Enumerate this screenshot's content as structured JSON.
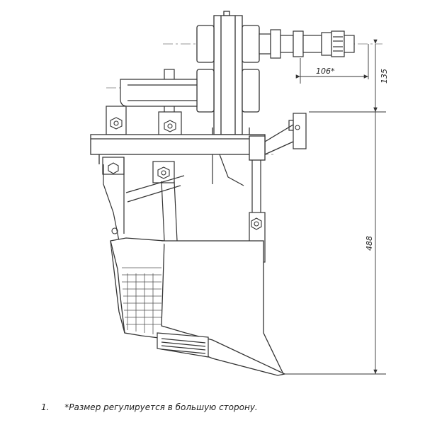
{
  "dimensions": {
    "adjustable": "106*",
    "upper_height": "135",
    "total_height": "488"
  },
  "footnote": {
    "number": "1.",
    "text": "*Размер регулируется в большую сторону."
  },
  "colors": {
    "line": "#333333",
    "thin": "#555555",
    "dash": "#777777",
    "fill": "#ffffff"
  }
}
